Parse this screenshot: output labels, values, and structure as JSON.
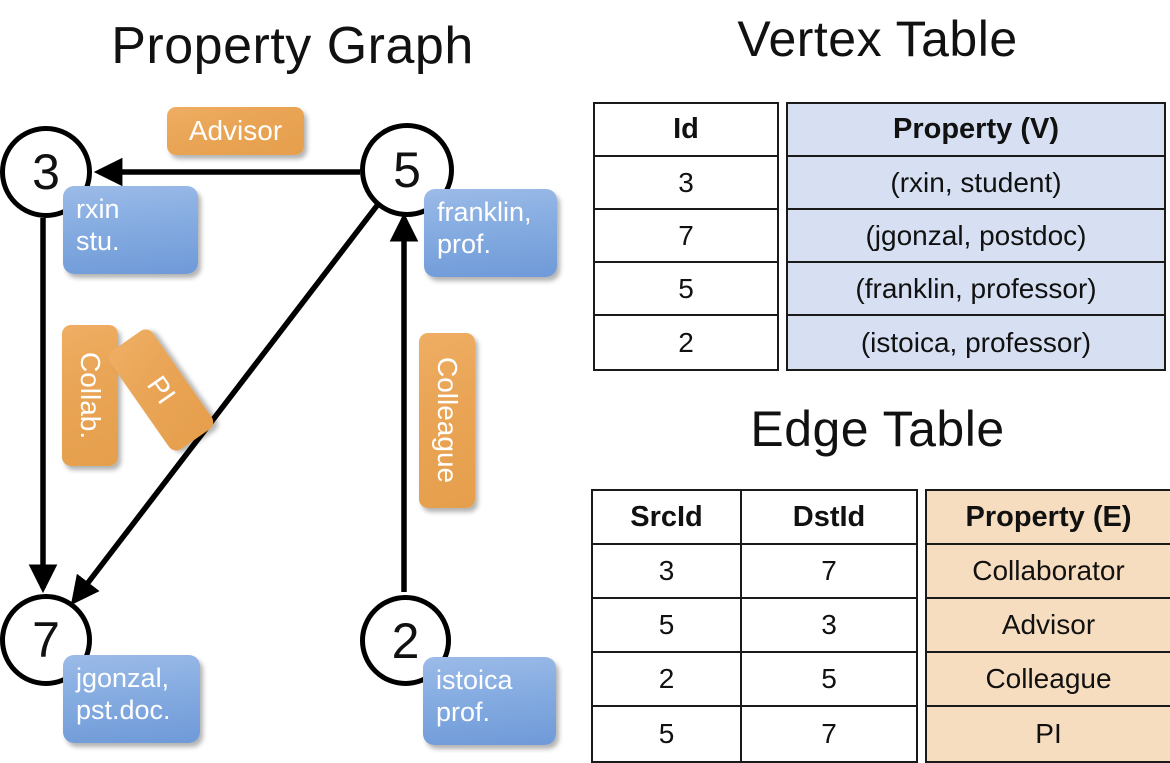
{
  "titles": {
    "property_graph": "Property Graph",
    "vertex_table": "Vertex Table",
    "edge_table": "Edge Table"
  },
  "colors": {
    "vertex_property_blue": "#88aee2",
    "edge_label_orange": "#e9a455",
    "table_blue": "#d6e0f2",
    "table_orange": "#f7ddc0",
    "stroke": "#000000"
  },
  "graph": {
    "vertices": [
      {
        "id": "3",
        "property": "rxin\nstu."
      },
      {
        "id": "5",
        "property": "franklin,\nprof."
      },
      {
        "id": "7",
        "property": "jgonzal,\npst.doc."
      },
      {
        "id": "2",
        "property": "istoica\nprof."
      }
    ],
    "vertex_labels": {
      "v3": "3",
      "v5": "5",
      "v7": "7",
      "v2": "2"
    },
    "vertex_props": {
      "v3_line1": "rxin",
      "v3_line2": "stu.",
      "v5_line1": "franklin,",
      "v5_line2": "prof.",
      "v7_line1": "jgonzal,",
      "v7_line2": "pst.doc.",
      "v2_line1": "istoica",
      "v2_line2": "prof."
    },
    "edge_labels": {
      "advisor": "Advisor",
      "collab": "Collab.",
      "pi": "PI",
      "colleague": "Colleague"
    },
    "edges": [
      {
        "from": "5",
        "to": "3",
        "label": "Advisor"
      },
      {
        "from": "3",
        "to": "7",
        "label": "Collab."
      },
      {
        "from": "5",
        "to": "7",
        "label": "PI"
      },
      {
        "from": "2",
        "to": "5",
        "label": "Colleague"
      }
    ]
  },
  "vertex_table": {
    "headers": [
      "Id",
      "Property (V)"
    ],
    "rows": [
      {
        "id": "3",
        "property": "(rxin, student)"
      },
      {
        "id": "7",
        "property": "(jgonzal, postdoc)"
      },
      {
        "id": "5",
        "property": "(franklin, professor)"
      },
      {
        "id": "2",
        "property": "(istoica, professor)"
      }
    ]
  },
  "edge_table": {
    "headers": [
      "SrcId",
      "DstId",
      "Property (E)"
    ],
    "rows": [
      {
        "src": "3",
        "dst": "7",
        "property": "Collaborator"
      },
      {
        "src": "5",
        "dst": "3",
        "property": "Advisor"
      },
      {
        "src": "2",
        "dst": "5",
        "property": "Colleague"
      },
      {
        "src": "5",
        "dst": "7",
        "property": "PI"
      }
    ]
  }
}
